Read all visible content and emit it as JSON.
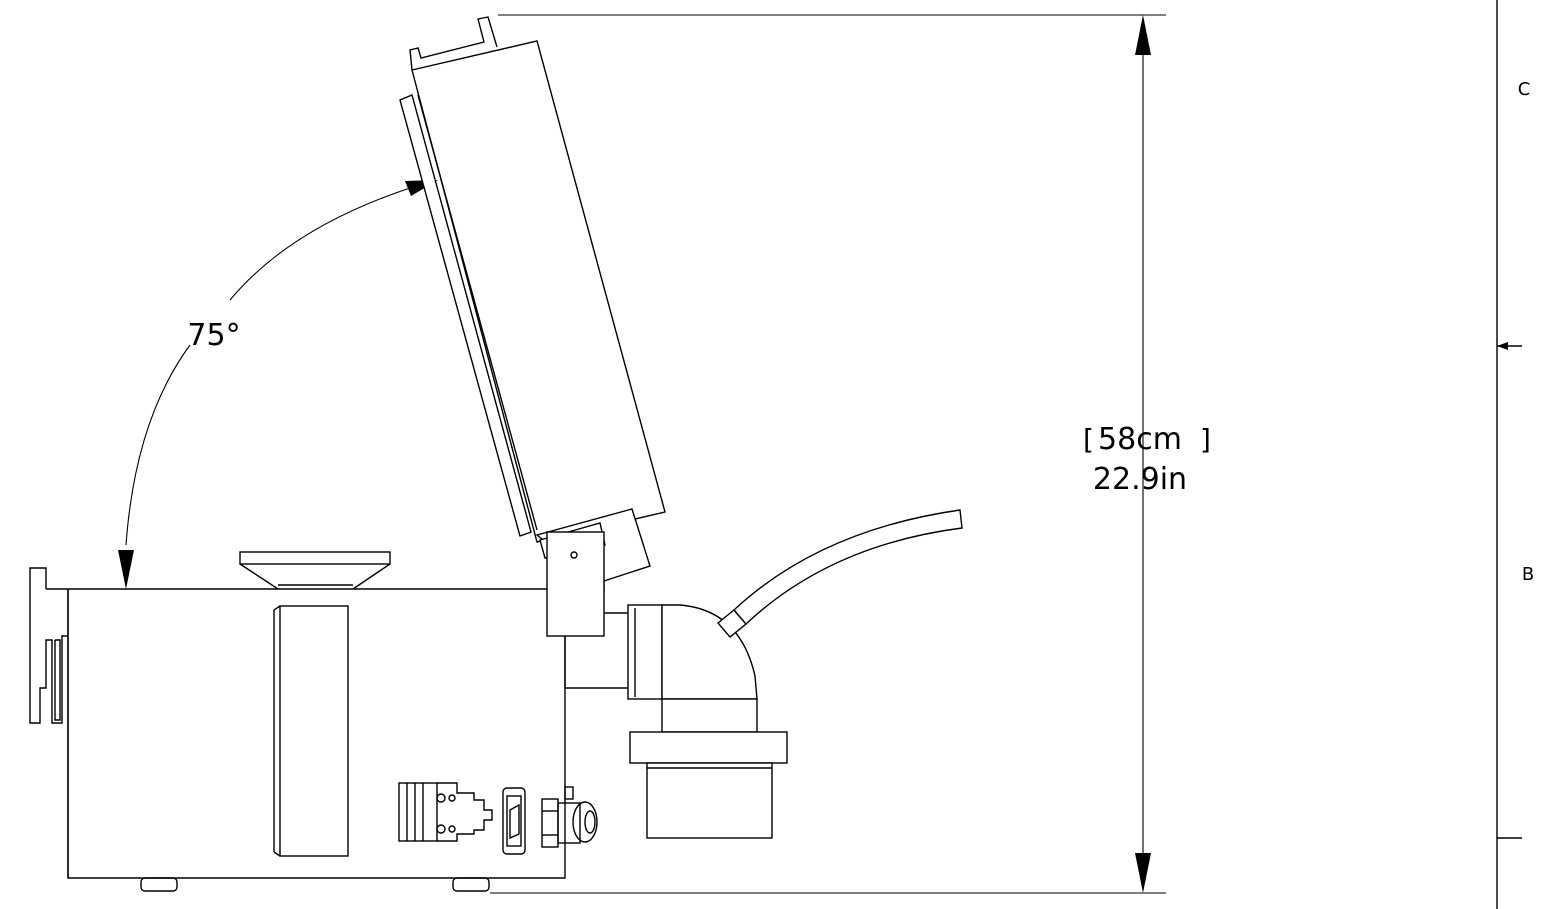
{
  "angle_label": "75°",
  "height_metric": "58cm",
  "height_imperial": "22.9in",
  "zone_labels": [
    "C",
    "B"
  ]
}
